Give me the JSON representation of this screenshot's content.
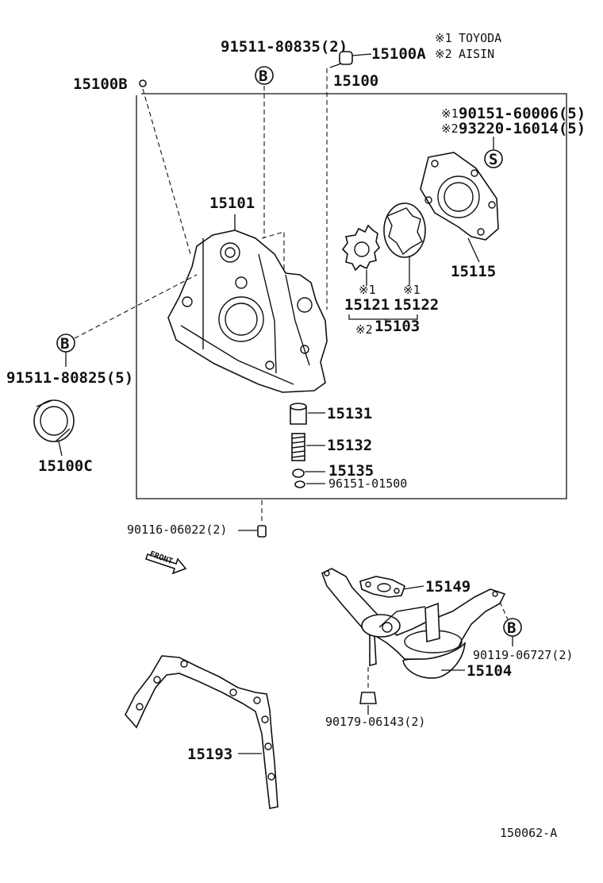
{
  "legend": {
    "note1_mark": "※1",
    "note1_text": "TOYODA",
    "note2_mark": "※2",
    "note2_text": "AISIN"
  },
  "callouts": {
    "b_symbol": "B",
    "s_symbol": "S",
    "front_label": "FRONT"
  },
  "labels": {
    "p91511_80835": "91511-80835(2)",
    "p15100A": "15100A",
    "p15100B": "15100B",
    "p15100": "15100",
    "p90151_mark": "※1",
    "p90151": "90151-60006(5)",
    "p93220_mark": "※2",
    "p93220": "93220-16014(5)",
    "p15101": "15101",
    "p15115": "15115",
    "p15121_mark": "※1",
    "p15121": "15121",
    "p15122_mark": "※1",
    "p15122": "15122",
    "p15103_mark": "※2",
    "p15103": "15103",
    "p91511_80825": "91511-80825(5)",
    "p15100C": "15100C",
    "p15131": "15131",
    "p15132": "15132",
    "p15135": "15135",
    "p96151": "96151-01500",
    "p90116": "90116-06022(2)",
    "p15149": "15149",
    "p90119": "90119-06727(2)",
    "p15104": "15104",
    "p90179": "90179-06143(2)",
    "p15193": "15193"
  },
  "diagram_id": "150062-A"
}
